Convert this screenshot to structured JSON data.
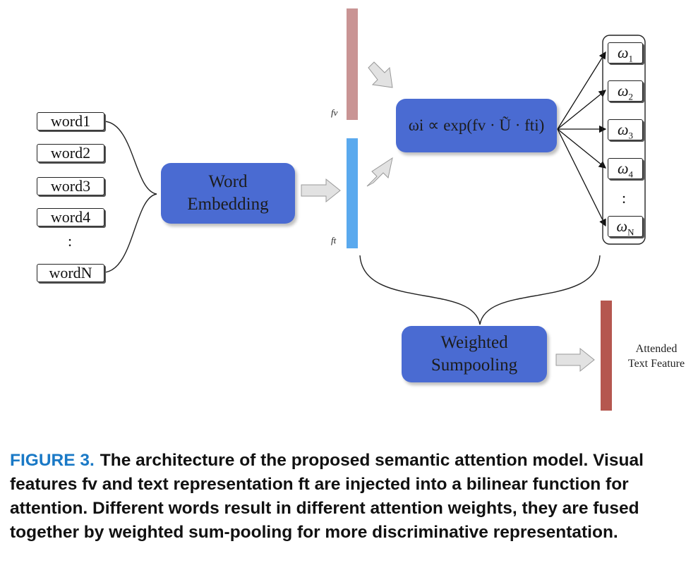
{
  "inputs": {
    "words": [
      "word1",
      "word2",
      "word3",
      "word4",
      "wordN"
    ],
    "ellipsis": ":"
  },
  "boxes": {
    "word_embedding": "Word\nEmbedding",
    "attention_formula_prefix": "ω",
    "attention_formula": "ωi ∝ exp(fv · Ũ · fti)",
    "weighted_sumpooling": "Weighted\nSumpooling"
  },
  "features": {
    "visual_label": "fv",
    "text_label": "ft"
  },
  "weights": {
    "items": [
      {
        "symbol": "ω",
        "sub": "1"
      },
      {
        "symbol": "ω",
        "sub": "2"
      },
      {
        "symbol": "ω",
        "sub": "3"
      },
      {
        "symbol": "ω",
        "sub": "4"
      },
      {
        "symbol": "ω",
        "sub": "N"
      }
    ],
    "ellipsis": ":"
  },
  "output": {
    "label": "Attended\nText Feature"
  },
  "caption": {
    "figure_label": "FIGURE 3.",
    "text": "The architecture of the proposed semantic attention model. Visual features fv and text representation ft are injected into a bilinear function for attention. Different words result in different attention weights, they are fused together by weighted sum-pooling for more discriminative representation."
  },
  "colors": {
    "box_blue": "#4a6bd2",
    "visual_feature_bar": "#c99494",
    "text_feature_bar": "#5aa9ee",
    "output_bar": "#b5574f",
    "figure_label": "#1a79c6"
  }
}
